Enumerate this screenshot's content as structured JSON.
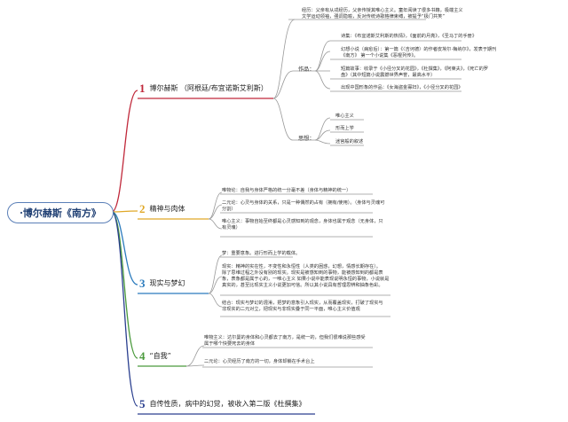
{
  "root": {
    "label": "·博尔赫斯《南方》"
  },
  "branches": [
    {
      "num": "1",
      "label": "博尔赫斯 （阿根廷/布宜诺斯艾利斯）",
      "color": "#c0283a"
    },
    {
      "num": "2",
      "label": "精神与肉体",
      "color": "#e0a828"
    },
    {
      "num": "3",
      "label": "现实与梦幻",
      "color": "#2b7bbd"
    },
    {
      "num": "4",
      "label": "“自我”",
      "color": "#4a9a3c"
    },
    {
      "num": "5",
      "label": "自传性质，病中的幻觉，被收入第二版《杜撰集》",
      "color": "#2a3f8f"
    }
  ],
  "b1": {
    "bio": [
      "经历：父亲有从戎经历，父亲传授其唯心主义。童年阅读了很多书籍，极端主义",
      "文学运动领袖，强调隐喻，反对传统诗歌格律束缚，被提予“极门共笑”"
    ],
    "works_label": "作品：",
    "works": [
      "诗集：《布宜诺斯艾利斯的热情》，《面前的月亮》，《圣马丁的手册》",
      "幻想小说（病愈后）：第一篇《〈吉诃德〉的作者皮埃尔·梅纳尔》，发表于期刊",
      "《南方》 第一个小说集《恶棍列传》。",
      "短篇故事：收录于《小径分叉的花园》，《杜撰集》，《阿莱夫》，《死亡的罗",
      "盘》（其中短篇小说震撼世界声誉，最高水平）",
      "出现中国形象的作品：《女海盗金寡妇》，《小径分叉的花园》"
    ],
    "thought_label": "思想：",
    "thoughts": [
      "唯心主义",
      "形而上学",
      "迷宫般的叙述"
    ]
  },
  "b2": {
    "items": [
      "唯物论：自我与身体严格的统一分毫不差（身体与精神的统一）",
      "二元论：心灵与身体的关系，只是一种偶然的占有（拥有/使用）。（身体与灵魂可",
      "分割）",
      "唯心主义：事物自始至终都是心灵感知到的观念，身体也属于观念（无身体，只",
      "有灵魂）"
    ]
  },
  "b3": {
    "items": [
      "梦：重要意象。进行形而上学的载体。",
      "现实：精神的实在性，不变性和永恒性（人类的困惑，幻想，情感长期存在）。",
      "除了思维过程之外没有别的现实。现实是被感知到的事物，能被感知到的都是表",
      "象，表象都是属于心的，一唯心主义 如果小说中能表现说明永恒的事物，小说就是",
      "真实的，甚至比现实主义小说更加可信。所以其小说具有哲理思辨和抽象色彩。",
      "结合：现实与梦幻的混淆，把梦的意象引入现实，从而覆盖现实，打破了现实与",
      "非现实的二元对立，把现实与非现实叠于同一平面，唯心主义价值观"
    ]
  },
  "b4": {
    "items": [
      "唯物主义：达尔曼的身体和心灵都去了南方，是统一的，但我们很难说那些感受",
      "属于哪个快要死去的身体",
      "二元论：心灵经历了南方的一切，身体却躺在手术台上"
    ]
  }
}
